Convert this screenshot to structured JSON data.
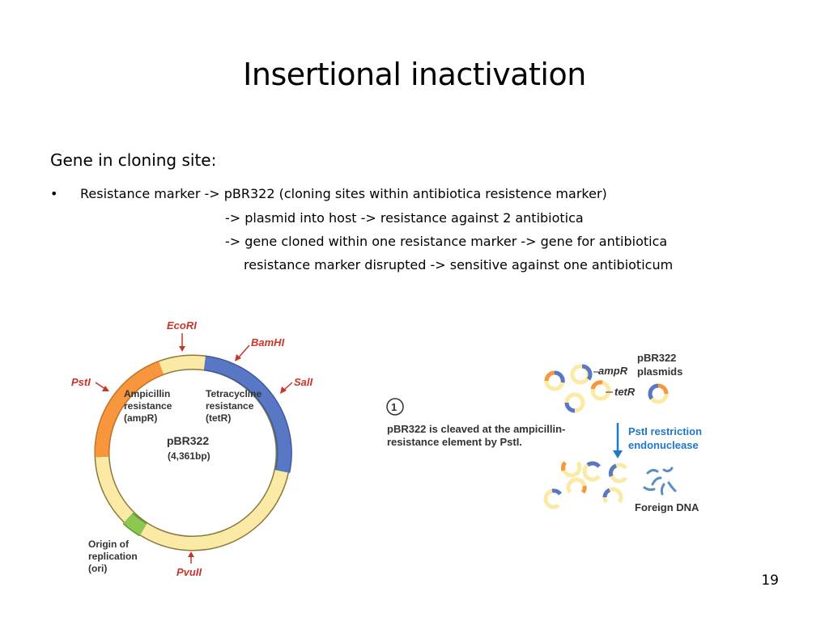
{
  "slide": {
    "title": "Insertional inactivation",
    "subheading": "Gene in cloning site:",
    "bullet_symbol": "•",
    "lines": [
      "Resistance marker -> pBR322 (cloning sites within antibiotica resistence marker)",
      "-> plasmid into host -> resistance against 2 antibiotica",
      "-> gene cloned within one resistance marker -> gene for antibiotica",
      "resistance marker disrupted -> sensitive against one antibioticum"
    ],
    "page_number": "19"
  },
  "plasmid_map": {
    "enzymes": {
      "ecori": "EcoRI",
      "bamhi": "BamHI",
      "sali": "SalI",
      "psti": "PstI",
      "pvuii": "PvuII"
    },
    "amp_label": [
      "Ampicillin",
      "resistance",
      "(ampR)"
    ],
    "tet_label": [
      "Tetracycline",
      "resistance",
      "(tetR)"
    ],
    "name": "pBR322",
    "size": "(4,361bp)",
    "ori_label": [
      "Origin of",
      "replication",
      "(ori)"
    ],
    "colors": {
      "amp": "#f7963c",
      "tet": "#5877c4",
      "ori": "#8cc850",
      "backbone": "#fbe9a6",
      "enzyme": "#c8352b"
    }
  },
  "panel": {
    "step": "1",
    "caption": [
      "pBR322 is cleaved at the ampicillin-",
      "resistance element by PstI."
    ],
    "amp_label": "ampR",
    "tet_label": "tetR",
    "plasmids_label": [
      "pBR322",
      "plasmids"
    ],
    "enzyme_label": [
      "PstI restriction",
      "endonuclease"
    ],
    "foreign_dna_label": "Foreign DNA",
    "colors": {
      "arrow": "#1f78c8",
      "enzyme_text": "#1f78c8"
    }
  }
}
